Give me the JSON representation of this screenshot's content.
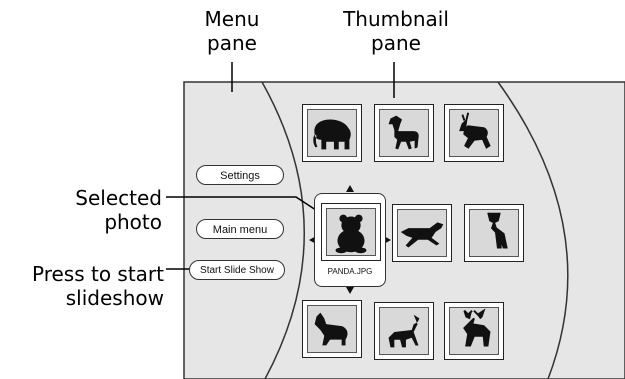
{
  "labels": {
    "menu_pane": [
      "Menu",
      "pane"
    ],
    "thumbnail_pane": [
      "Thumbnail",
      "pane"
    ],
    "selected_photo": [
      "Selected",
      "photo"
    ],
    "press_to_start": [
      "Press to start",
      "slideshow"
    ]
  },
  "menu": {
    "settings_label": "Settings",
    "main_menu_label": "Main menu",
    "start_slideshow_label": "Start Slide Show"
  },
  "selected": {
    "filename": "PANDA.JPG"
  },
  "thumbnails": {
    "row1": [
      "elephant-icon",
      "horse-icon",
      "reindeer-icon"
    ],
    "row2": [
      "panda-icon",
      "horse-icon",
      "deer-icon"
    ],
    "row3": [
      "dog-icon",
      "horse-icon",
      "moose-icon"
    ]
  },
  "colors": {
    "screen_fill": "#e6e6e6",
    "thumb_fill": "#d9d9d9",
    "silhouette": "#111111"
  }
}
